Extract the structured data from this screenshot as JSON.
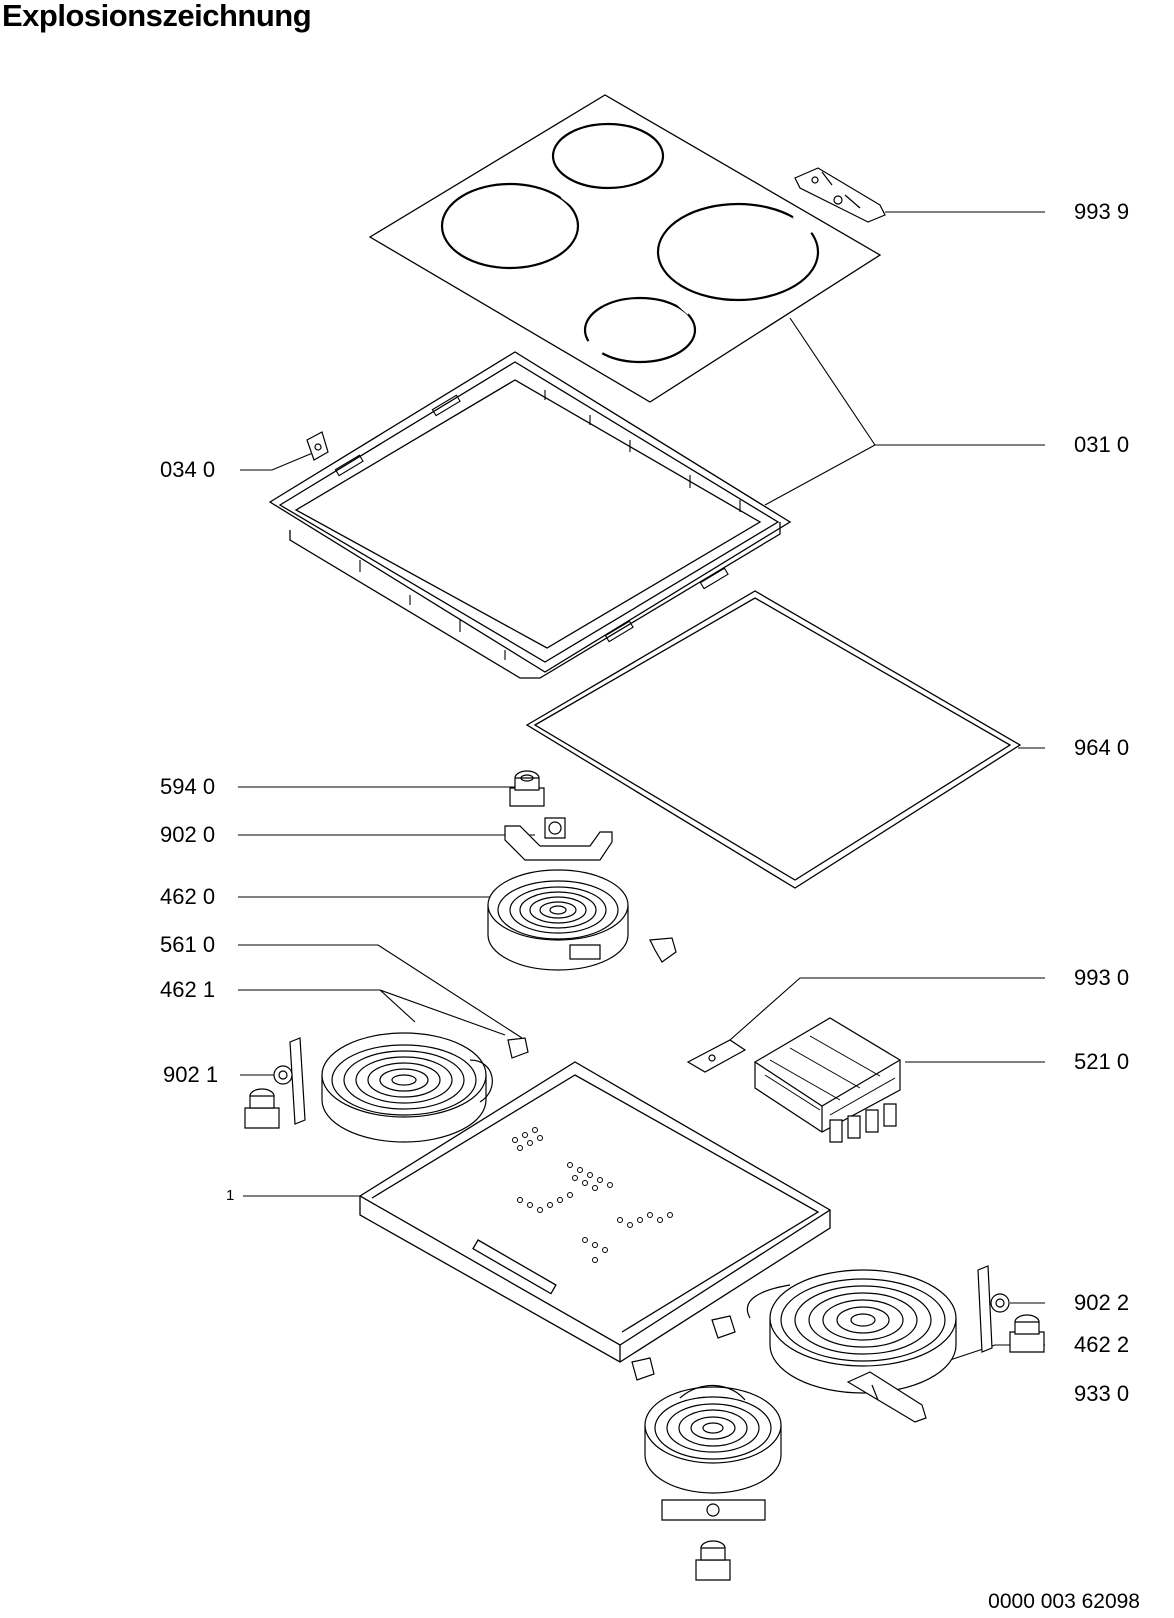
{
  "header": {
    "title": "Explosionszeichnung"
  },
  "parts": {
    "p9939": "993 9",
    "p0310": "031 0",
    "p0340": "034 0",
    "p9640": "964 0",
    "p5940": "594 0",
    "p9020": "902 0",
    "p4620": "462 0",
    "p5610": "561 0",
    "p4621": "462 1",
    "p9930": "993 0",
    "p9021": "902 1",
    "p5210": "521 0",
    "p1": "1",
    "p9022": "902 2",
    "p4622": "462 2",
    "p9330": "933 0"
  },
  "footer": {
    "doc_number": "0000 003 62098"
  }
}
